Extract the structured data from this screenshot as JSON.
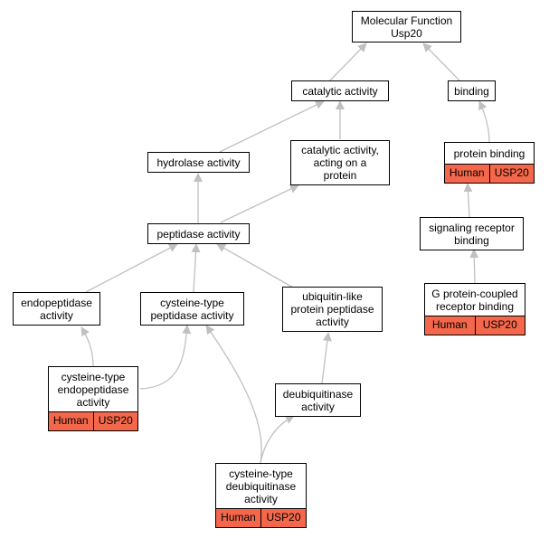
{
  "accent": "#f4674a",
  "edge_color": "#c0c0c0",
  "nodes": {
    "mf": {
      "label": "Molecular Function\nUsp20"
    },
    "catalytic": {
      "label": "catalytic activity"
    },
    "binding": {
      "label": "binding"
    },
    "hydrolase": {
      "label": "hydrolase activity"
    },
    "cat_protein": {
      "label": "catalytic activity,\nacting on a\nprotein"
    },
    "protein_binding": {
      "label": "protein binding",
      "tags": [
        "Human",
        "USP20"
      ]
    },
    "peptidase": {
      "label": "peptidase activity"
    },
    "signaling": {
      "label": "signaling receptor\nbinding"
    },
    "gpcr": {
      "label": "G protein-coupled\nreceptor binding",
      "tags": [
        "Human",
        "USP20"
      ]
    },
    "endopeptidase": {
      "label": "endopeptidase\nactivity"
    },
    "cys_peptidase": {
      "label": "cysteine-type\npeptidase activity"
    },
    "ubl_peptidase": {
      "label": "ubiquitin-like\nprotein peptidase\nactivity"
    },
    "cys_endo": {
      "label": "cysteine-type\nendopeptidase\nactivity",
      "tags": [
        "Human",
        "USP20"
      ]
    },
    "deubiq": {
      "label": "deubiquitinase\nactivity"
    },
    "cys_deubiq": {
      "label": "cysteine-type\ndeubiquitinase\nactivity",
      "tags": [
        "Human",
        "USP20"
      ]
    }
  }
}
